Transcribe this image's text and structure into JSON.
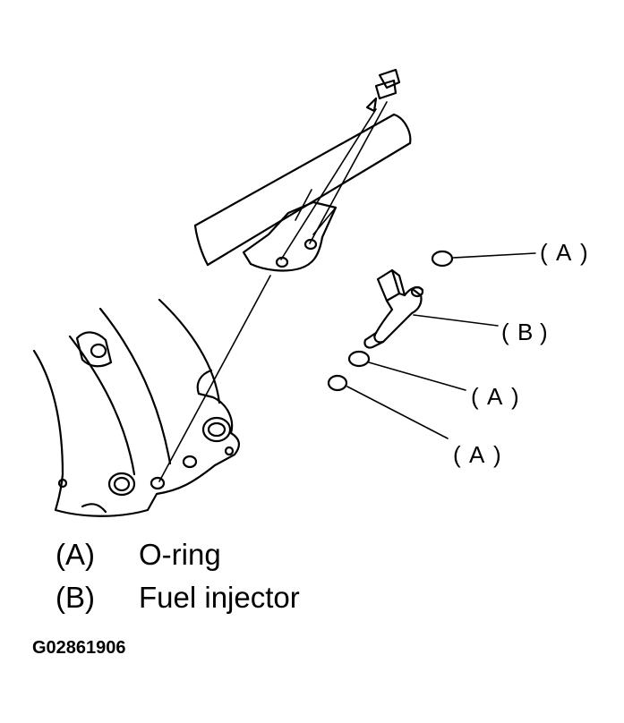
{
  "callouts": [
    {
      "key": "A"
    },
    {
      "key": "B"
    },
    {
      "key": "A"
    },
    {
      "key": "A"
    }
  ],
  "legend": [
    {
      "key": "(A)",
      "text": "O-ring"
    },
    {
      "key": "(B)",
      "text": "Fuel injector"
    }
  ],
  "figure_id": "G02861906"
}
